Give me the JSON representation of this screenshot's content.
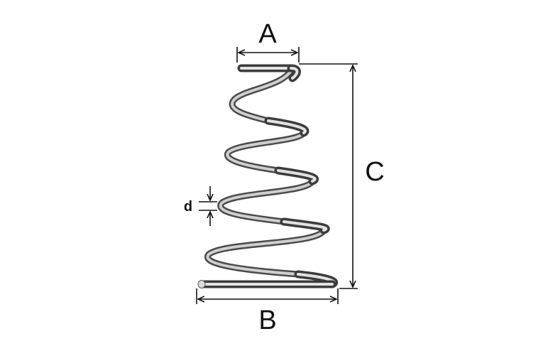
{
  "labels": {
    "top_diameter": "A",
    "bottom_diameter": "B",
    "free_length": "C",
    "wire_diameter": "d"
  },
  "colors": {
    "wire_dark": "#5a5a5a",
    "wire_light": "#d8d8d8",
    "dimension_line": "#111111",
    "background": "#ffffff"
  }
}
